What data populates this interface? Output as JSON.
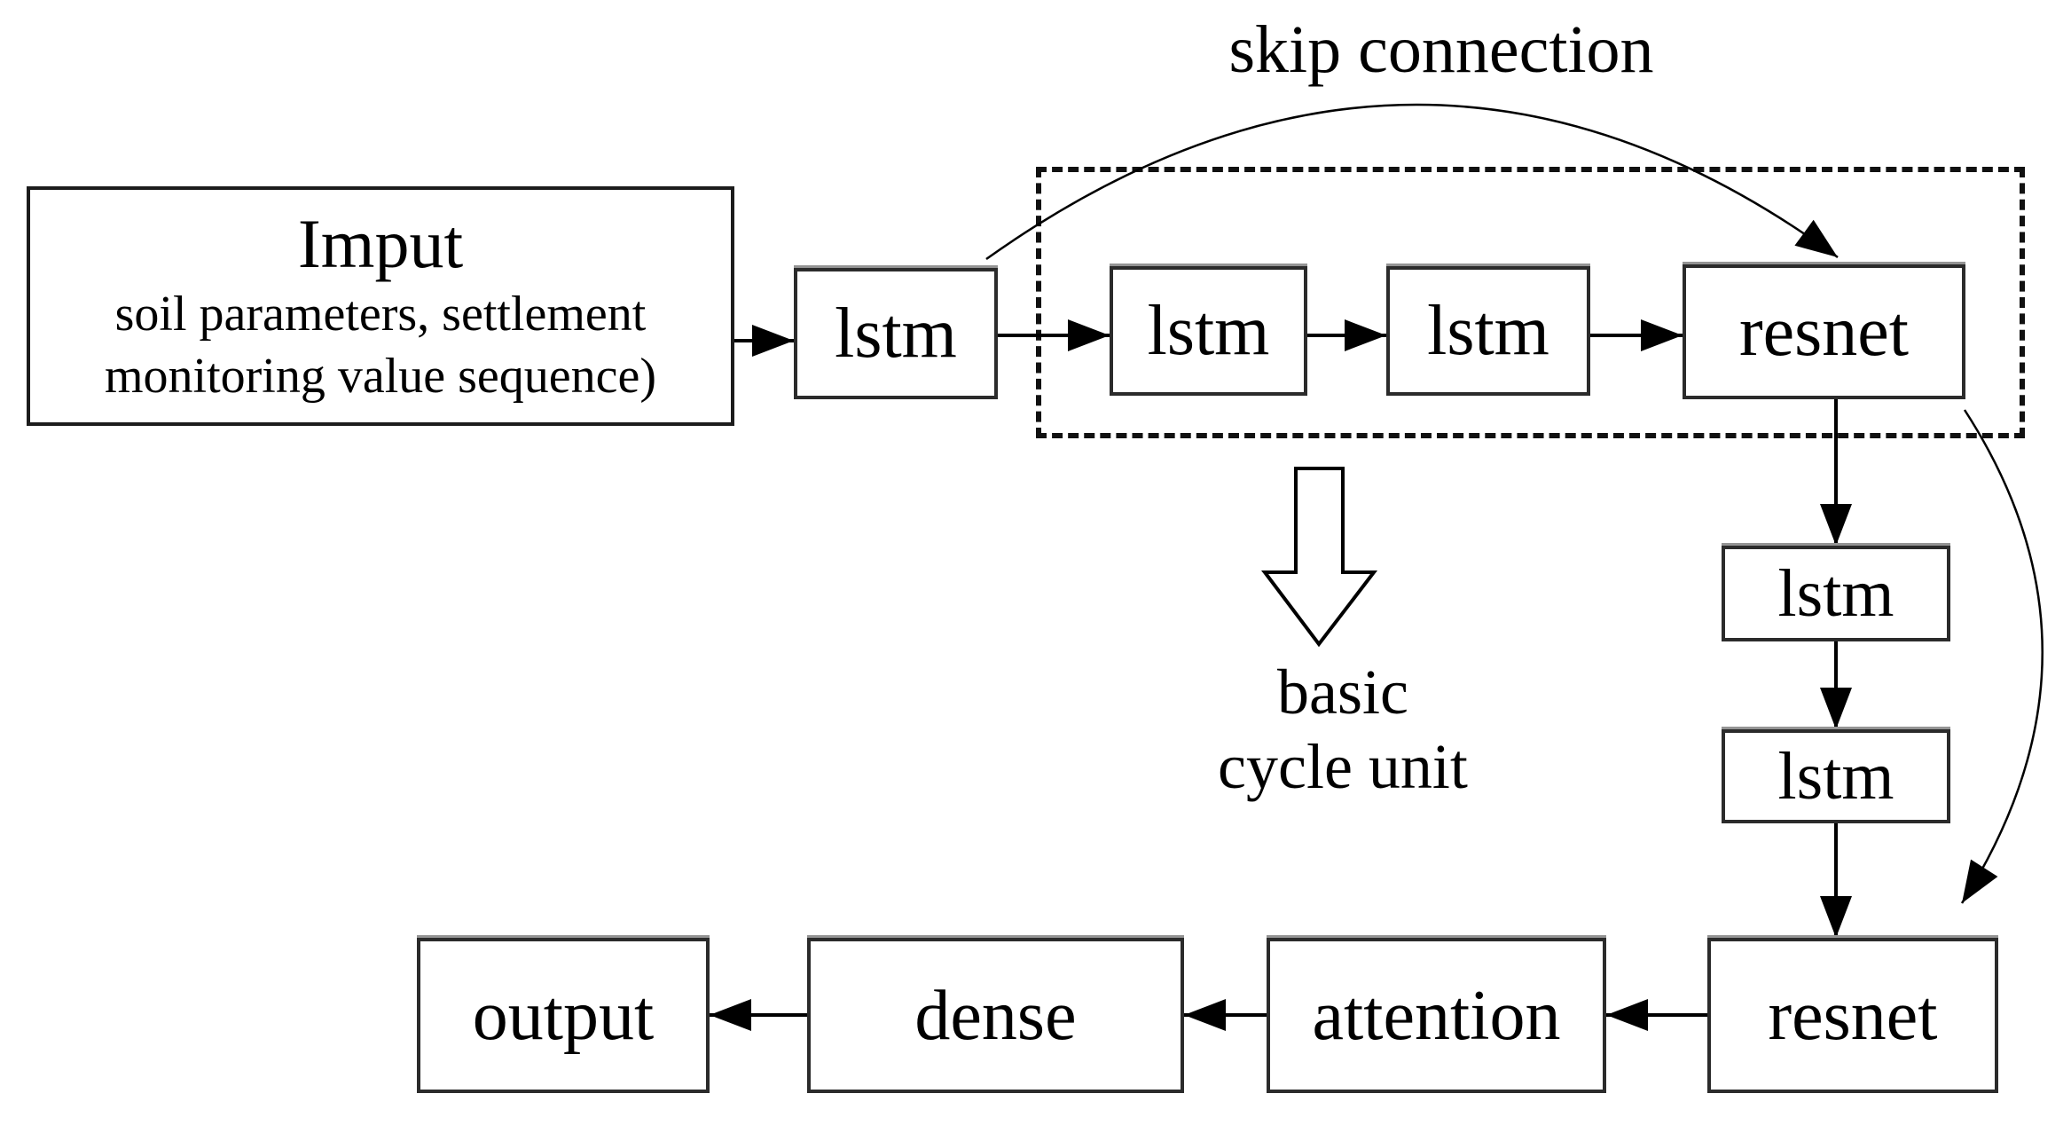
{
  "diagram": {
    "labels": {
      "skip_connection": "skip connection",
      "cycle_line1": "basic",
      "cycle_line2": "cycle unit"
    },
    "input_box": {
      "title": "Imput",
      "line1": "soil parameters, settlement",
      "line2": "monitoring value sequence)"
    },
    "nodes": {
      "lstm_1": "lstm",
      "lstm_2": "lstm",
      "lstm_3": "lstm",
      "resnet_top": "resnet",
      "lstm_4": "lstm",
      "lstm_5": "lstm",
      "resnet_bottom": "resnet",
      "attention": "attention",
      "dense": "dense",
      "output": "output"
    },
    "colors": {
      "background": "#ffffff",
      "line": "#000000",
      "box_border": "#2b2b2b",
      "text": "#000000"
    }
  }
}
